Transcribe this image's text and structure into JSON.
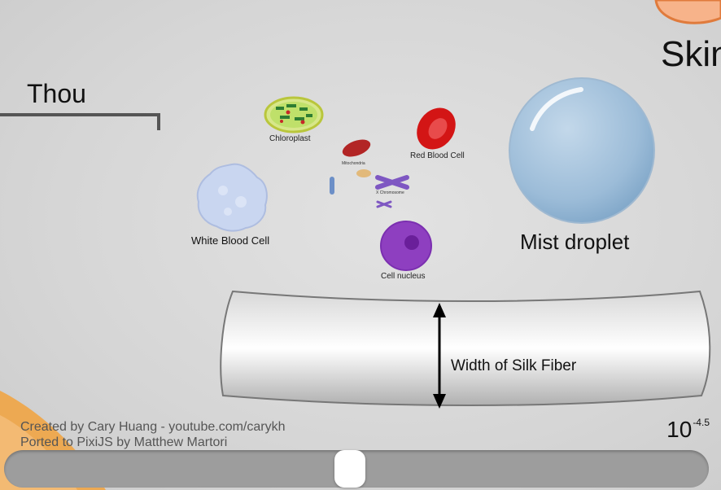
{
  "labels": {
    "thou": "Thou",
    "skin": "Skin",
    "chloroplast": "Chloroplast",
    "red_blood_cell": "Red Blood Cell",
    "white_blood_cell": "White Blood Cell",
    "cell_nucleus": "Cell nucleus",
    "mist_droplet": "Mist droplet",
    "silk_fiber": "Width of Silk Fiber",
    "tiny_a": "Mitochondria",
    "tiny_b": "X Chromosome"
  },
  "credits": {
    "line1": "Created by Cary Huang - youtube.com/carykh",
    "line2": "Ported to PixiJS by Matthew Martori"
  },
  "scale": {
    "base": "10",
    "exponent": "-4.5"
  },
  "slider": {
    "position": 0.49
  },
  "colors": {
    "track": "#9d9d9d",
    "thumb": "#ffffff",
    "orange_accent": "#f2a23c"
  }
}
